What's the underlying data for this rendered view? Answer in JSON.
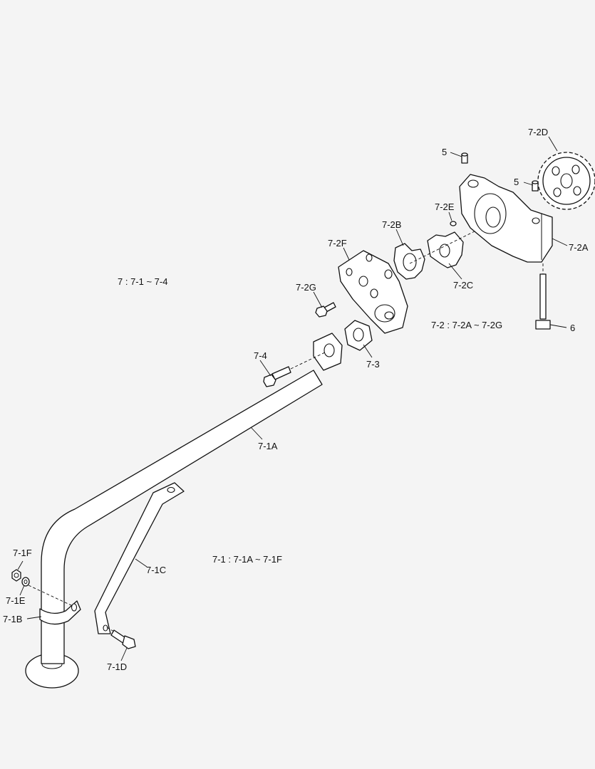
{
  "group_labels": {
    "g7": "7 : 7-1 ~ 7-4",
    "g72": "7-2 : 7-2A ~ 7-2G",
    "g71": "7-1 : 7-1A ~ 7-1F"
  },
  "callouts": {
    "c5a": "5",
    "c5b": "5",
    "c72D": "7-2D",
    "c72E": "7-2E",
    "c72B": "7-2B",
    "c72F": "7-2F",
    "c72A": "7-2A",
    "c72G": "7-2G",
    "c72C": "7-2C",
    "c6": "6",
    "c3": "7-3",
    "c4": "7-4",
    "c71A": "7-1A",
    "c71C": "7-1C",
    "c71F": "7-1F",
    "c71E": "7-1E",
    "c71B": "7-1B",
    "c71D": "7-1D"
  }
}
